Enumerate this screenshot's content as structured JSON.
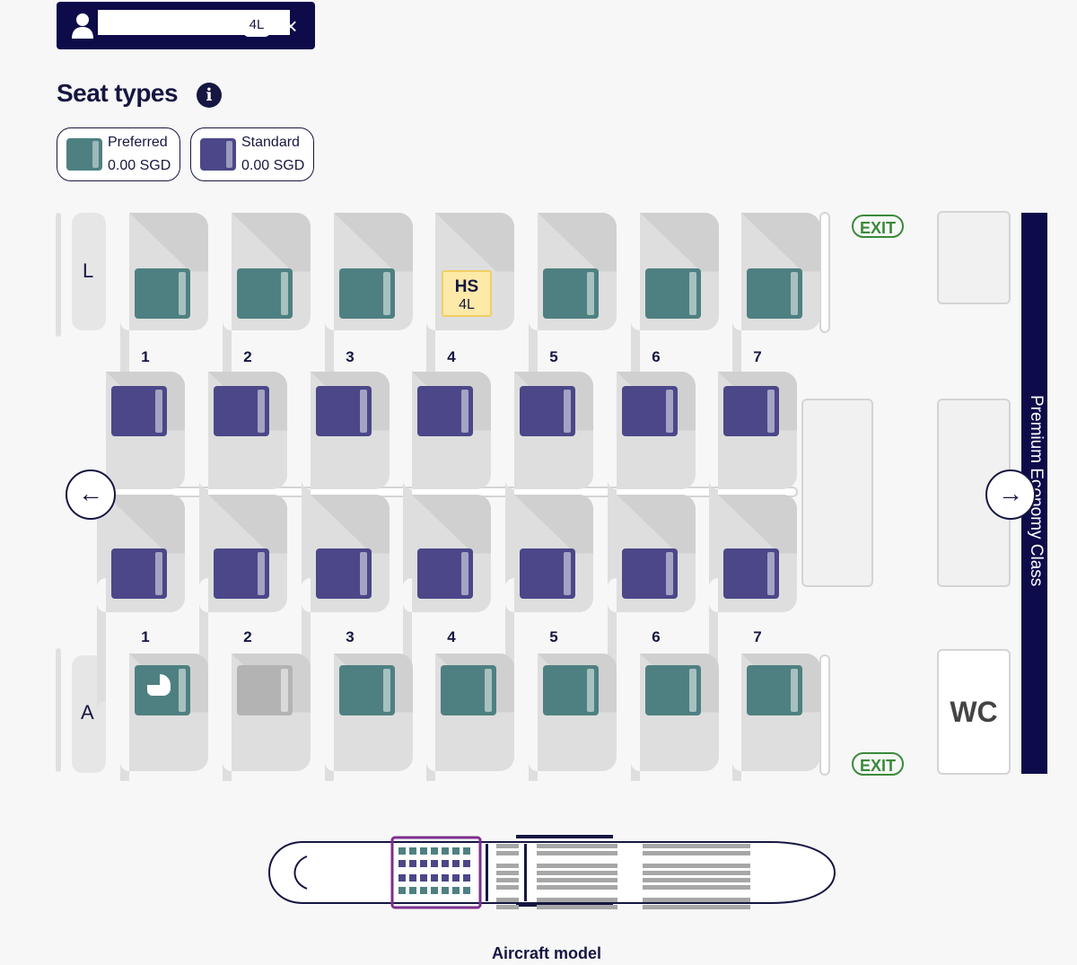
{
  "passenger": {
    "seat": "4L",
    "close_icon": "close-icon",
    "avatar_icon": "person-icon"
  },
  "seat_types": {
    "title": "Seat types",
    "info_icon": "info-icon",
    "info_glyph": "i",
    "items": [
      {
        "name": "Preferred",
        "price": "0.00 SGD",
        "color": "#4e8081"
      },
      {
        "name": "Standard",
        "price": "0.00 SGD",
        "color": "#4b4788"
      }
    ]
  },
  "colors": {
    "preferred": "#4e8081",
    "standard": "#4b4788",
    "unavailable": "#b3b3b3",
    "selected": "#fde9a8",
    "navy": "#0d0b4a",
    "exit": "#3a8a3a",
    "highlight": "#7d2f8c"
  },
  "seatmap": {
    "row_labels": {
      "top": "L",
      "bottom": "A"
    },
    "rows": [
      "1",
      "2",
      "3",
      "4",
      "5",
      "6",
      "7"
    ],
    "selected_seat": {
      "code": "HS",
      "seat": "4L"
    },
    "seats_L": [
      "preferred",
      "preferred",
      "preferred",
      "selected",
      "preferred",
      "preferred",
      "preferred"
    ],
    "seats_upper_middle": [
      "standard",
      "standard",
      "standard",
      "standard",
      "standard",
      "standard",
      "standard"
    ],
    "seats_lower_middle": [
      "standard",
      "standard",
      "standard",
      "standard",
      "standard",
      "standard",
      "standard"
    ],
    "seats_A": [
      "preferred-bassinet",
      "unavailable",
      "preferred",
      "preferred",
      "preferred",
      "preferred",
      "preferred"
    ],
    "exit_label": "EXIT",
    "wc_label": "WC",
    "cabin_label": "Premium Economy Class",
    "nav_prev_icon": "arrow-left-icon",
    "nav_next_icon": "arrow-right-icon",
    "nav_prev_glyph": "←",
    "nav_next_glyph": "→",
    "bassinet_icon": "bassinet-icon"
  },
  "aircraft": {
    "title": "Aircraft model"
  }
}
